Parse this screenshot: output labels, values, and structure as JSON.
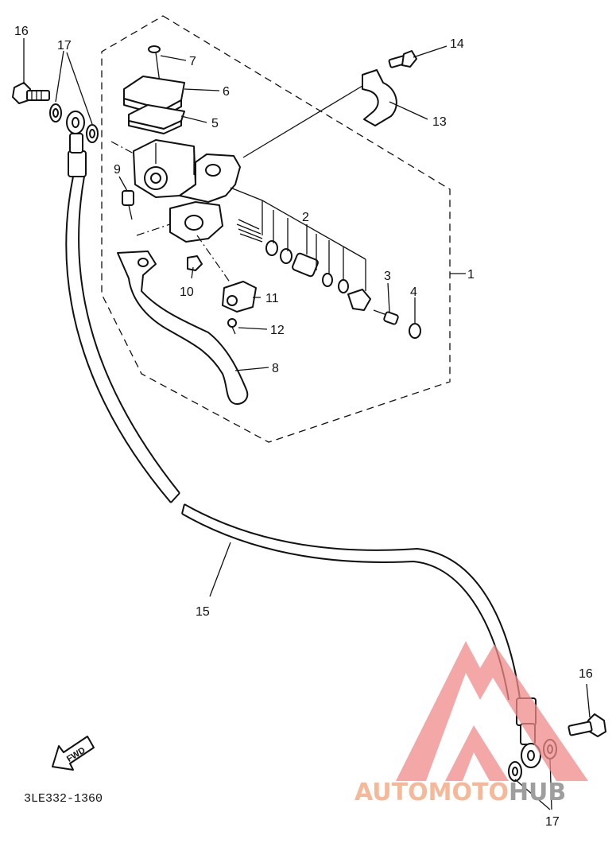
{
  "labels": {
    "l1": "1",
    "l2": "2",
    "l3": "3",
    "l4": "4",
    "l5": "5",
    "l6": "6",
    "l7": "7",
    "l8": "8",
    "l9": "9",
    "l10": "10",
    "l11": "11",
    "l12": "12",
    "l13": "13",
    "l14": "14",
    "l15": "15",
    "l16a": "16",
    "l16b": "16",
    "l17a": "17",
    "l17b": "17"
  },
  "arrow_text": "FWD",
  "diagram_code": "3LE332-1360",
  "watermark": {
    "part1": "AUTOMOTO",
    "part2": "HUB",
    "color1": "#f5b99a",
    "color2": "#9e9e9e",
    "logo_color": "#f08a8a"
  }
}
